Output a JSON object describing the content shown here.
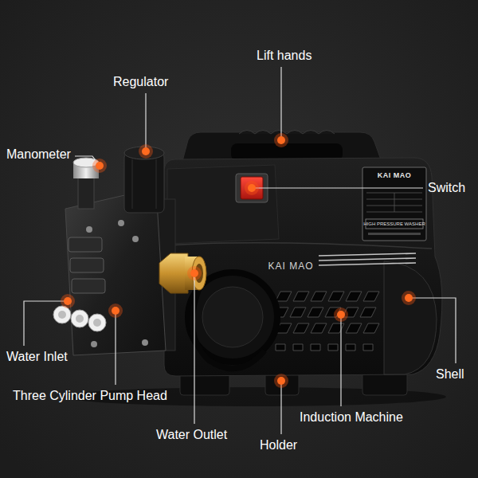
{
  "diagram": {
    "labels": [
      "Lift hands",
      "Regulator",
      "Manometer",
      "Switch",
      "KAI MAO",
      "HIGH PRESSURE WASHER",
      "KAI MAO",
      "Shell",
      "Water Inlet",
      "Three Cylinder Pump Head",
      "Induction Machine",
      "Water Outlet",
      "Holder"
    ]
  }
}
